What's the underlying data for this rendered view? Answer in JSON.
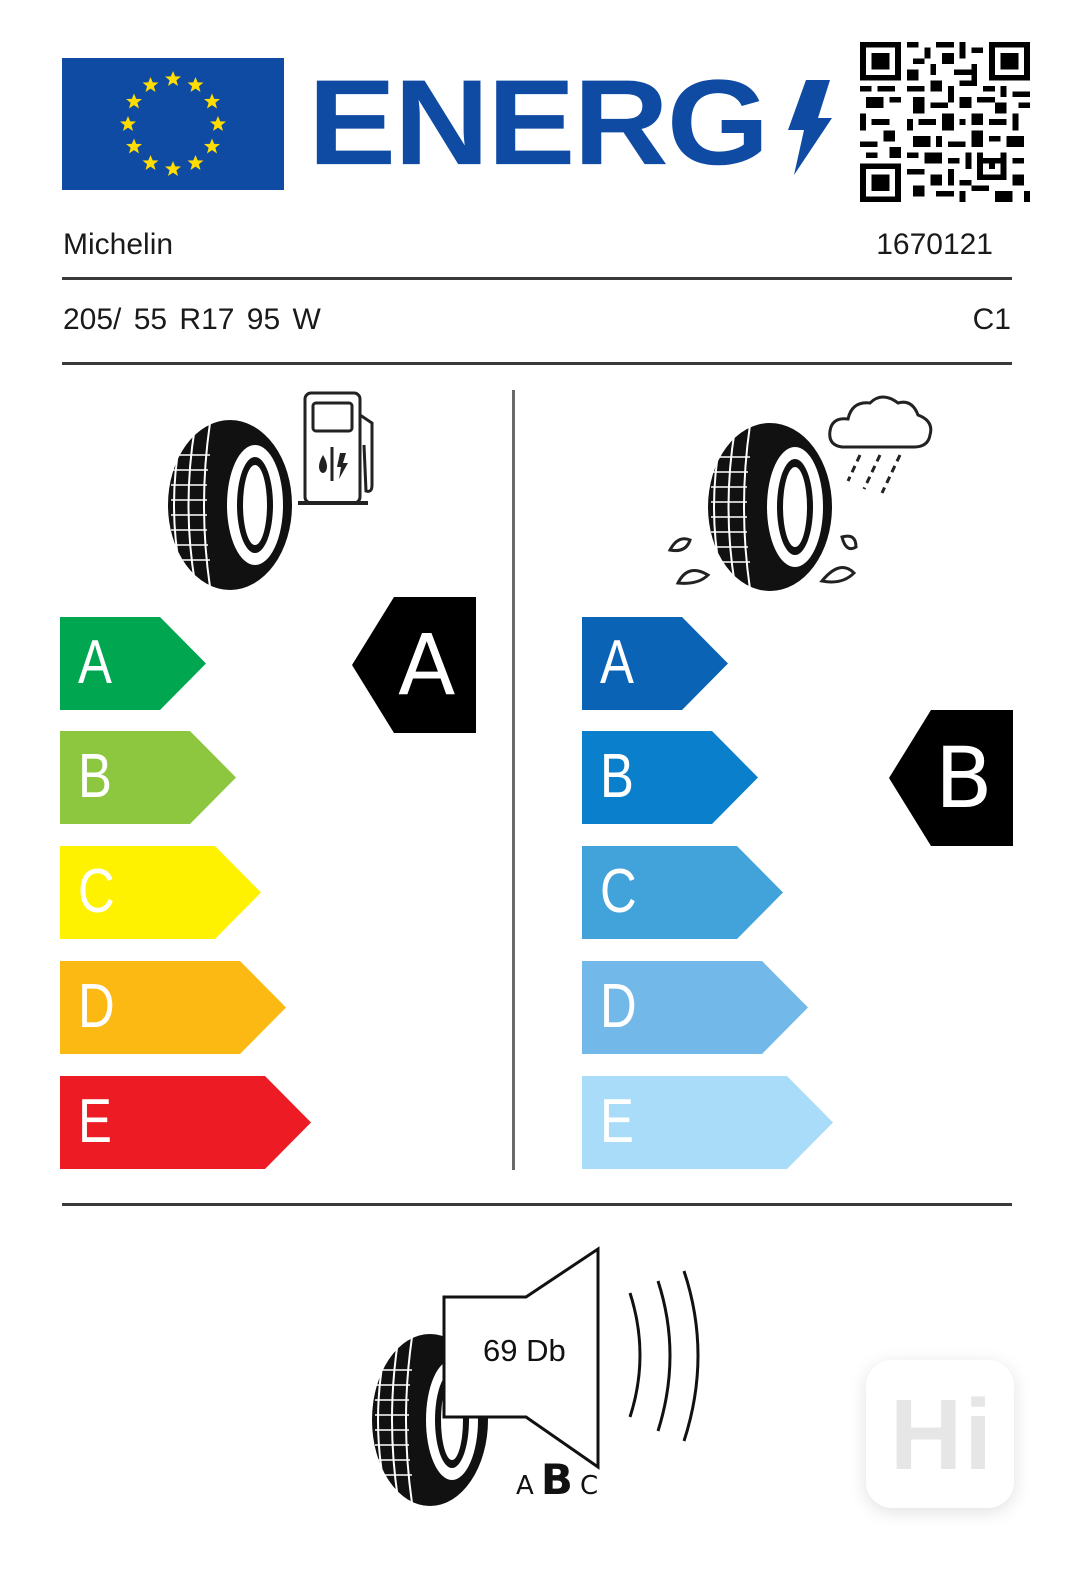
{
  "header": {
    "energy_word": "ENERG",
    "energy_symbol": "lightning-bolt",
    "flag": "eu-flag",
    "qr_code": "qr-code"
  },
  "product": {
    "brand": "Michelin",
    "eprel_id": "1670121",
    "tyre_size": "205/ 55 R17 95 W",
    "tyre_class": "C1"
  },
  "fuel_efficiency": {
    "icon": "tyre-fuel-pump-icon",
    "scale": [
      {
        "letter": "A",
        "color": "#00a650"
      },
      {
        "letter": "B",
        "color": "#8dc63f"
      },
      {
        "letter": "C",
        "color": "#fff200"
      },
      {
        "letter": "D",
        "color": "#fdb913"
      },
      {
        "letter": "E",
        "color": "#ed1c24"
      }
    ],
    "rating": "A"
  },
  "wet_grip": {
    "icon": "tyre-rain-cloud-icon",
    "scale": [
      {
        "letter": "A",
        "color": "#0b63b5"
      },
      {
        "letter": "B",
        "color": "#0a80cc"
      },
      {
        "letter": "C",
        "color": "#42a3db"
      },
      {
        "letter": "D",
        "color": "#72b8e8"
      },
      {
        "letter": "E",
        "color": "#a8dcf8"
      }
    ],
    "rating": "B"
  },
  "noise": {
    "icon": "tyre-speaker-icon",
    "value": "69 Db",
    "classes": [
      "A",
      "B",
      "C"
    ],
    "selected_class": "B"
  },
  "watermark": {
    "text": "Hi"
  },
  "colors": {
    "eu_blue": "#0f4aa3",
    "eu_star": "#ffdd00",
    "pointer": "#000000"
  }
}
